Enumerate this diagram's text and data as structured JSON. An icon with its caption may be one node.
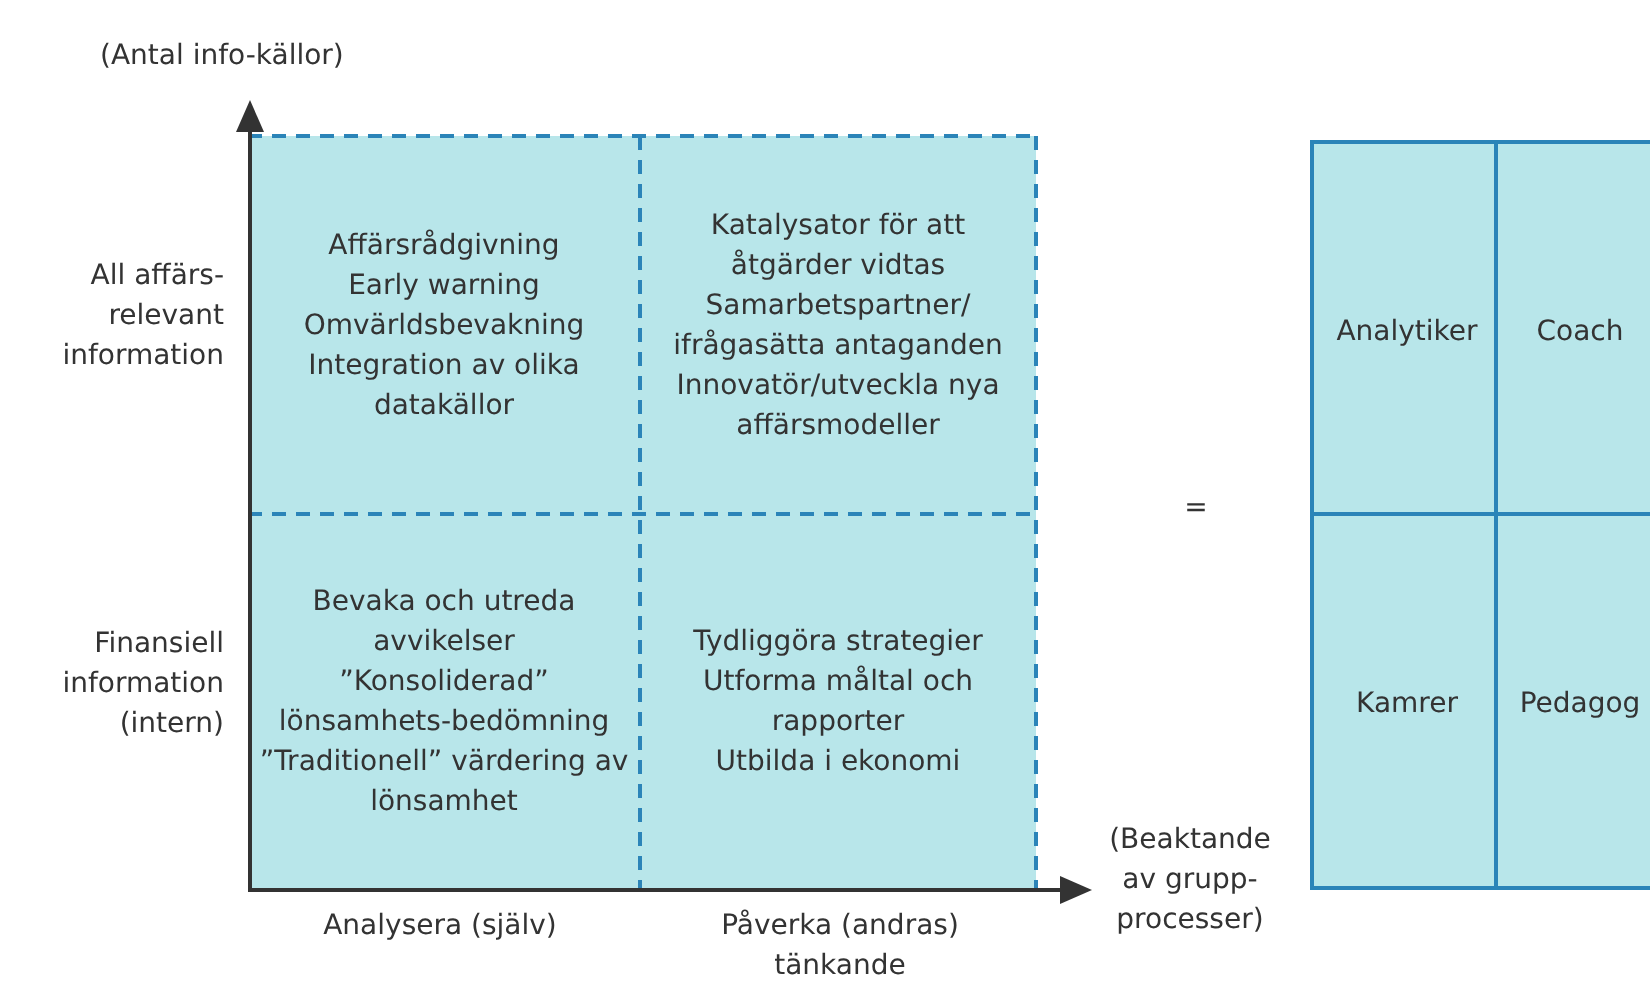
{
  "diagram": {
    "nodes": [
      {
        "text": [
          "Affärsrådgivning",
          "Early warning",
          "Omvärldsbevakning",
          "Integration av olika datakällor"
        ]
      },
      {
        "text": [
          "Katalysator för att åtgärder vidtas",
          "Samarbetspartner/ ifrågasätta antaganden",
          "Innovatör/utveckla nya affärsmodeller"
        ]
      },
      {
        "text": [
          "Bevaka och utreda avvikelser",
          "”Konsoliderad” lönsamhets-bedömning",
          "”Traditionell” värdering av lönsamhet"
        ]
      },
      {
        "text": [
          "Tydliggöra strategier",
          "Utforma måltal och rapporter",
          "Utbilda i ekonomi"
        ]
      },
      {
        "text": [
          "Analytiker"
        ]
      },
      {
        "text": [
          "Coach"
        ]
      },
      {
        "text": [
          "Kamrer"
        ]
      },
      {
        "text": [
          "Pedagog"
        ]
      }
    ],
    "edges": [],
    "labels": [
      "(Antal info-källor)",
      "All affärs-relevant information",
      "Finansiell information (intern)",
      "=",
      "(Beaktande av grupp-processer)",
      "Analysera (själv)",
      "Påverka (andras) tänkande"
    ]
  }
}
